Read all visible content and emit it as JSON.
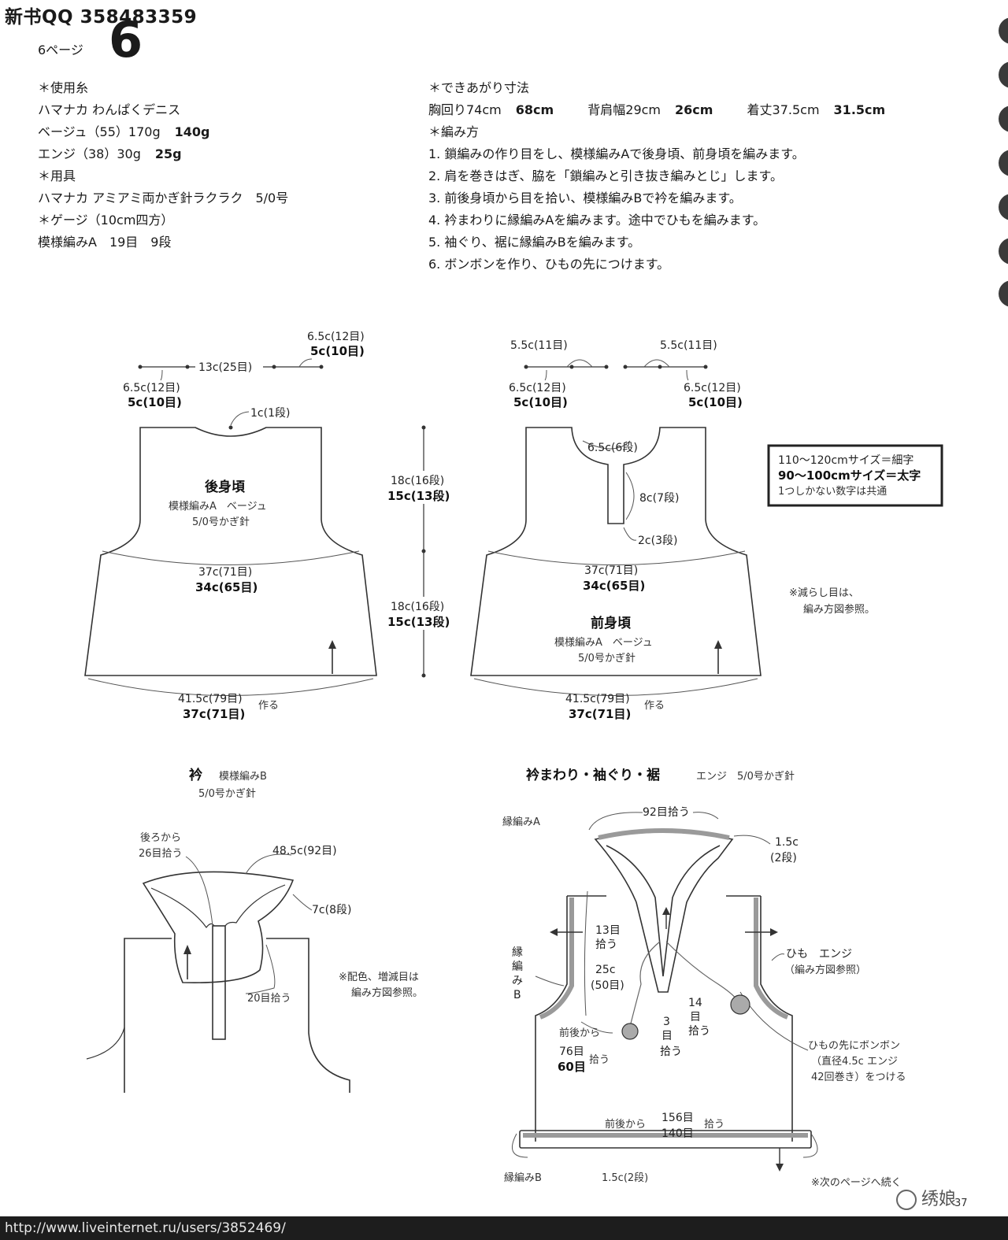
{
  "header": {
    "qq": "新书QQ 358483359",
    "page_label": "6ページ",
    "page_number": "6"
  },
  "materials": {
    "yarn_head": "＊使用糸",
    "yarn_brand": "ハマナカ わんぱくデニス",
    "yarn1_name": "ベージュ（55）170g",
    "yarn1_bold": "140g",
    "yarn2_name": "エンジ（38）30g",
    "yarn2_bold": "25g",
    "tool_head": "＊用具",
    "tool": "ハマナカ アミアミ両かぎ針ラクラク　5/0号",
    "gauge_head": "＊ゲージ（10cm四方）",
    "gauge": "模様編みA　19目　9段"
  },
  "finished": {
    "head": "＊できあがり寸法",
    "chest": "胸回り74cm",
    "chest_b": "68cm",
    "back": "背肩幅29cm",
    "back_b": "26cm",
    "length": "着丈37.5cm",
    "length_b": "31.5cm",
    "method_head": "＊編み方",
    "steps": [
      "1. 鎖編みの作り目をし、模様編みAで後身頃、前身頃を編みます。",
      "2. 肩を巻きはぎ、脇を「鎖編みと引き抜き編みとじ」します。",
      "3. 前後身頃から目を拾い、模様編みBで衿を編みます。",
      "4. 衿まわりに縁編みAを編みます。途中でひもを編みます。",
      "5. 袖ぐり、裾に縁編みBを編みます。",
      "6. ボンボンを作り、ひもの先につけます。"
    ]
  },
  "back_panel": {
    "title": "後身頃",
    "pattern": "模様編みA　ベージュ",
    "hook": "5/0号かぎ針",
    "top_shoulder_t": "6.5c(12目)",
    "top_shoulder_b": "5c(10目)",
    "neck_width": "13c(25目)",
    "left_shoulder_t": "6.5c(12目)",
    "left_shoulder_b": "5c(10目)",
    "neck_depth": "1c(1段)",
    "chest_t": "37c(71目)",
    "chest_b": "34c(65目)",
    "hem_t": "41.5c(79目)",
    "hem_b": "37c(71目)",
    "make": "作る"
  },
  "center_dims": {
    "upper_t": "18c(16段)",
    "upper_b": "15c(13段)",
    "lower_t": "18c(16段)",
    "lower_b": "15c(13段)"
  },
  "front_panel": {
    "title": "前身頃",
    "pattern": "模様編みA　ベージュ",
    "hook": "5/0号かぎ針",
    "top_left": "5.5c(11目)",
    "top_right": "5.5c(11目)",
    "sh_left_t": "6.5c(12目)",
    "sh_left_b": "5c(10目)",
    "sh_right_t": "6.5c(12目)",
    "sh_right_b": "5c(10目)",
    "neck": "6.5c(6段)",
    "slit": "8c(7段)",
    "slit_bottom": "2c(3段)",
    "chest_t": "37c(71目)",
    "chest_b": "34c(65目)",
    "hem_t": "41.5c(79目)",
    "hem_b": "37c(71目)",
    "make": "作る"
  },
  "legend": {
    "line1": "110〜120cmサイズ＝細字",
    "line2": "90〜100cmサイズ＝太字",
    "line3": "1つしかない数字は共通"
  },
  "note_decrease": {
    "line1": "※減らし目は、",
    "line2": "編み方図参照。"
  },
  "collar": {
    "title": "衿",
    "pattern": "模様編みB",
    "hook": "5/0号かぎ針",
    "from_back1": "後ろから",
    "from_back2": "26目拾う",
    "width": "48.5c(92目)",
    "height": "7c(8段)",
    "pick": "20目拾う",
    "note1": "※配色、増減目は",
    "note2": "編み方図参照。"
  },
  "edging": {
    "title": "衿まわり・袖ぐり・裾",
    "sub": "エンジ　5/0号かぎ針",
    "edge_a": "縁編みA",
    "pick92": "92目拾う",
    "width_t": "1.5c",
    "width_b": "(2段)",
    "pick13_t": "13目",
    "pick13_b": "拾う",
    "cord_t": "25c",
    "cord_b": "(50目)",
    "pick14_1": "14",
    "pick14_2": "目",
    "pick14_3": "拾う",
    "pick3_1": "3",
    "pick3_2": "目",
    "pick3_3": "拾う",
    "edge_b_1": "縁",
    "edge_b_2": "編",
    "edge_b_3": "み",
    "edge_b_4": "B",
    "string_t": "ひも　エンジ",
    "string_b": "（編み方図参照）",
    "from_fb": "前後から",
    "pick76": "76目",
    "pick60": "60目",
    "pick_u": "拾う",
    "pom1": "ひもの先にボンボン",
    "pom2": "（直径4.5c エンジ",
    "pom3": "42回巻き）をつける",
    "hem_from": "前後から",
    "hem156": "156目",
    "hem140": "140目",
    "hem_pick": "拾う",
    "edge_b_label": "縁編みB",
    "hem_width": "1.5c(2段)"
  },
  "footer": {
    "next": "※次のページへ続く",
    "page": "37",
    "logo": "绣娘",
    "url": "http://www.liveinternet.ru/users/3852469/"
  }
}
